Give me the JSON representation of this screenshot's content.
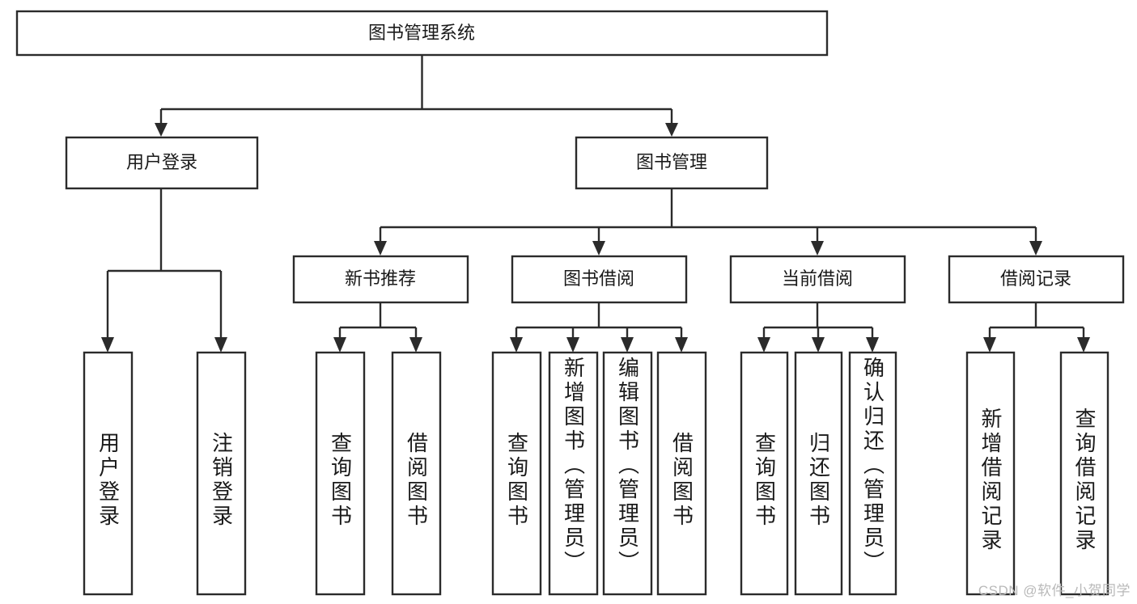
{
  "diagram": {
    "type": "tree-hierarchy",
    "title": "图书管理系统",
    "root": {
      "label": "图书管理系统"
    },
    "level2": [
      {
        "label": "用户登录"
      },
      {
        "label": "图书管理"
      }
    ],
    "level3": [
      {
        "label": "新书推荐"
      },
      {
        "label": "图书借阅"
      },
      {
        "label": "当前借阅"
      },
      {
        "label": "借阅记录"
      }
    ],
    "leaves": {
      "user_login": [
        {
          "label": "用户登录"
        },
        {
          "label": "注销登录"
        }
      ],
      "new_book_recommend": [
        {
          "label": "查询图书"
        },
        {
          "label": "借阅图书"
        }
      ],
      "book_borrow": [
        {
          "label": "查询图书"
        },
        {
          "label": "新增图书（管理员）"
        },
        {
          "label": "编辑图书（管理员）"
        },
        {
          "label": "借阅图书"
        }
      ],
      "current_borrow": [
        {
          "label": "查询图书"
        },
        {
          "label": "归还图书"
        },
        {
          "label": "确认归还（管理员）"
        }
      ],
      "borrow_record": [
        {
          "label": "新增借阅记录"
        },
        {
          "label": "查询借阅记录"
        }
      ]
    }
  },
  "watermark": {
    "text": "CSDN @软件_小贺同学"
  },
  "colors": {
    "stroke": "#2b2b2b",
    "box_fill": "#ffffff",
    "text": "#1a1a1a",
    "watermark": "#b9b9b9",
    "background": "#ffffff"
  }
}
